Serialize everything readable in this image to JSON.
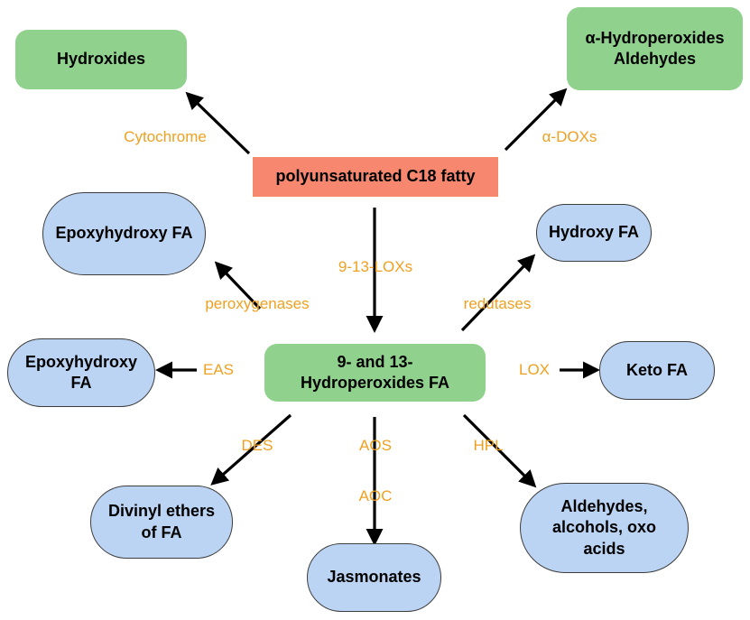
{
  "nodes": {
    "hydroxides": "Hydroxides",
    "alpha_hydroperoxides": "α-Hydroperoxides\nAldehydes",
    "pufa": "polyunsaturated C18 fatty",
    "epoxyhydroxy_top": "Epoxyhydroxy FA",
    "hydroxy_fa": "Hydroxy FA",
    "hydroperoxides": "9- and 13-\nHydroperoxides FA",
    "epoxyhydroxy_left": "Epoxyhydroxy\nFA",
    "keto_fa": "Keto FA",
    "divinyl_ethers": "Divinyl ethers\nof FA",
    "jasmonates": "Jasmonates",
    "aldehydes_alcohols": "Aldehydes,\nalcohols, oxo\nacids"
  },
  "edges": {
    "cytochrome": "Cytochrome",
    "alpha_dox": "α-DOXs",
    "lox_9_13": "9-13-LOXs",
    "peroxygenases": "peroxygenases",
    "redutases": "redutases",
    "eas": "EAS",
    "lox": "LOX",
    "des": "DES",
    "aos": "AOS",
    "aoc": "AOC",
    "hpl": "HPL"
  },
  "colors": {
    "source_node": "#f7876e",
    "hub_node": "#8fd18d",
    "product_node": "#bcd4f4",
    "enzyme_label": "#f0a020",
    "arrow": "#000000"
  }
}
